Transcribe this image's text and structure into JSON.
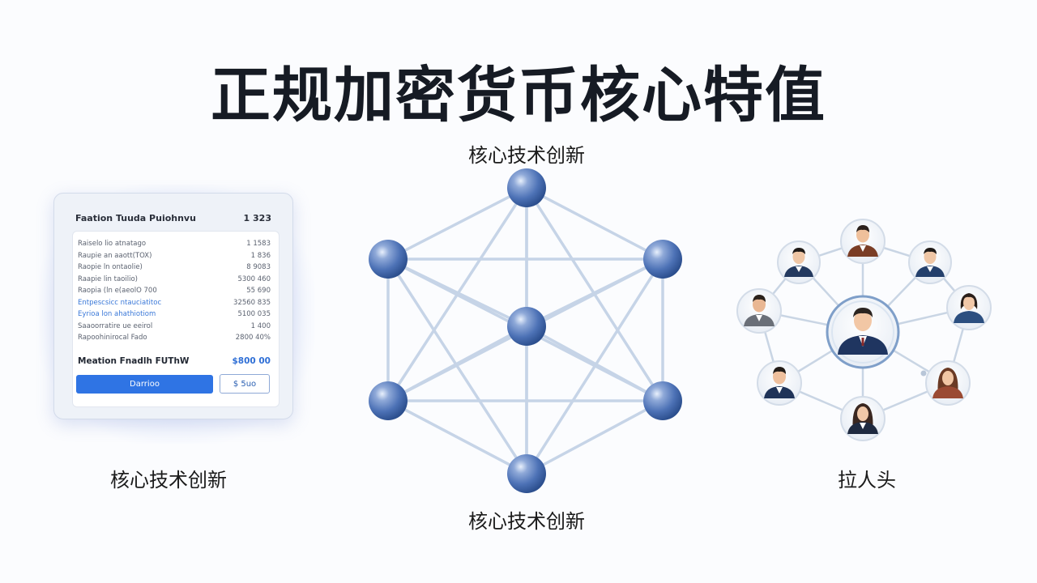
{
  "title": "正规加密货币核心特值",
  "labels": {
    "network_top": "核心技术创新",
    "network_bottom": "核心技术创新",
    "card_caption": "核心技术创新",
    "people_caption": "拉人头"
  },
  "card": {
    "header_left": "Faation Tuuda Puiohnvu",
    "header_right": "1 323",
    "rows": [
      {
        "label": "Raiselo lio atnatago",
        "value": "1 1583"
      },
      {
        "label": "Raupie an aaott(TOX)",
        "value": "1 836"
      },
      {
        "label": "Raopie ln ontaolie)",
        "value": "8 9083"
      },
      {
        "label": "Raapie lin taoilio)",
        "value": "5300 460"
      },
      {
        "label": "Raopia (ln e(aeolO 700",
        "value": "55 690"
      },
      {
        "label": "Entpescsicc ntauciatitoc",
        "value": "32560 835"
      },
      {
        "label": "Eyrioa lon ahathiotiom",
        "value": "5100 035"
      },
      {
        "label": "Saaoorratire ue eeirol",
        "value": "1 400"
      },
      {
        "label": "Rapoohinirocal Fado",
        "value": "2800 40%"
      }
    ],
    "total_label": "Meation Fnadlh FUThW",
    "total_value": "$800 00",
    "primary_button": "Darrioo",
    "secondary_button": "$ 5uo"
  },
  "colors": {
    "node": "#4d72b6",
    "edge": "#c5d3e6",
    "accent_blue": "#2f74e4"
  }
}
